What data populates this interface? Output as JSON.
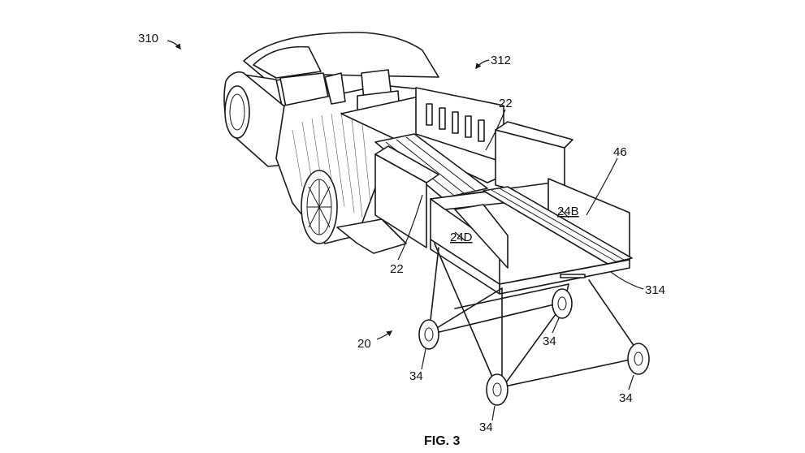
{
  "figure": {
    "caption": "FIG. 3",
    "labels": {
      "vehicle": "310",
      "bed": "312",
      "assembly": "20",
      "slide_top": "22",
      "slide_bottom": "22",
      "rail": "46",
      "cart_rear": "24B",
      "cart_side": "24D",
      "ramp": "314",
      "wheel_front_left": "34",
      "wheel_front_right": "34",
      "wheel_rear_left": "34",
      "wheel_rear_right": "34"
    }
  }
}
